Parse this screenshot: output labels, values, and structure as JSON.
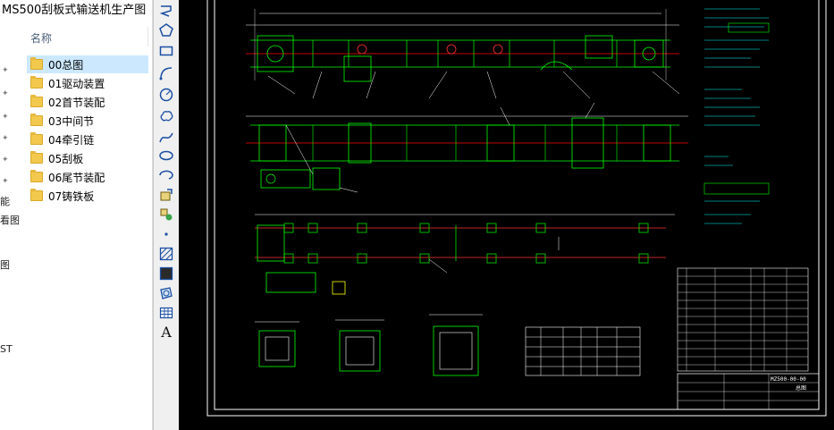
{
  "window": {
    "title": "MS500刮板式输送机生产图"
  },
  "explorer": {
    "column_header": "名称",
    "left_strip_fragments": [
      "能",
      "看图",
      "图",
      "ST"
    ],
    "folders": [
      {
        "label": "00总图",
        "selected": true
      },
      {
        "label": "01驱动装置",
        "selected": false
      },
      {
        "label": "02首节装配",
        "selected": false
      },
      {
        "label": "03中间节",
        "selected": false
      },
      {
        "label": "04牵引链",
        "selected": false
      },
      {
        "label": "05刮板",
        "selected": false
      },
      {
        "label": "06尾节装配",
        "selected": false
      },
      {
        "label": "07铸铁板",
        "selected": false
      }
    ]
  },
  "toolbar": {
    "tools": [
      "polyline-icon",
      "polygon-icon",
      "rectangle-icon",
      "arc-icon",
      "circle-icon",
      "revision-cloud-icon",
      "spline-icon",
      "ellipse-icon",
      "ellipse-arc-icon",
      "insert-block-icon",
      "make-block-icon",
      "point-icon",
      "hatch-icon",
      "gradient-icon",
      "region-icon",
      "table-icon",
      "text-icon"
    ],
    "text_tool_label": "A"
  },
  "drawing": {
    "title_block": {
      "drawing_no": "MZ500-00-00",
      "sheet": "总图"
    },
    "colors": {
      "background": "#000000",
      "frame": "#ffffff",
      "geometry": "#00ff00",
      "centerline": "#ff0000",
      "text": "#ffffff",
      "dimension": "#ffffff",
      "accent": "#00ffff"
    }
  }
}
